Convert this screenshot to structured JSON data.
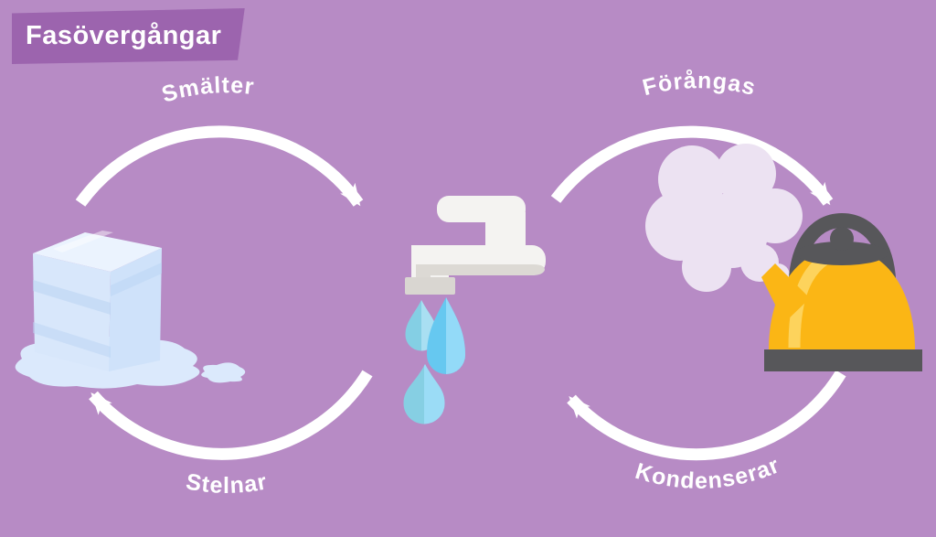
{
  "title": "Fasövergångar",
  "palette": {
    "background": "#b78bc5",
    "banner": "#9c64ae",
    "arrow_white": "#ffffff",
    "ice_top": "#ebf3fe",
    "ice_front": "#d8e7fb",
    "ice_side": "#cfe2fa",
    "puddle": "#dbe9fc",
    "faucet_white": "#f4f3f1",
    "faucet_gray": "#d9d6d1",
    "drop_dark": "#84cfe4",
    "drop_light": "#9fdcf6",
    "kettle_yellow": "#fbb615",
    "kettle_highlight": "#fdd35c",
    "kettle_gray": "#57575a",
    "steam": "#ece2f2"
  },
  "diagram": {
    "nodes": [
      {
        "id": "solid",
        "icon": "ice-cube-icon"
      },
      {
        "id": "liquid",
        "icon": "faucet-drops-icon"
      },
      {
        "id": "gas",
        "icon": "kettle-steam-icon"
      }
    ],
    "transitions": [
      {
        "label": "Smälter",
        "from": "solid",
        "to": "liquid",
        "position": "top-left"
      },
      {
        "label": "Förångas",
        "from": "liquid",
        "to": "gas",
        "position": "top-right"
      },
      {
        "label": "Stelnar",
        "from": "liquid",
        "to": "solid",
        "position": "bottom-left"
      },
      {
        "label": "Kondenserar",
        "from": "gas",
        "to": "liquid",
        "position": "bottom-right"
      }
    ]
  }
}
